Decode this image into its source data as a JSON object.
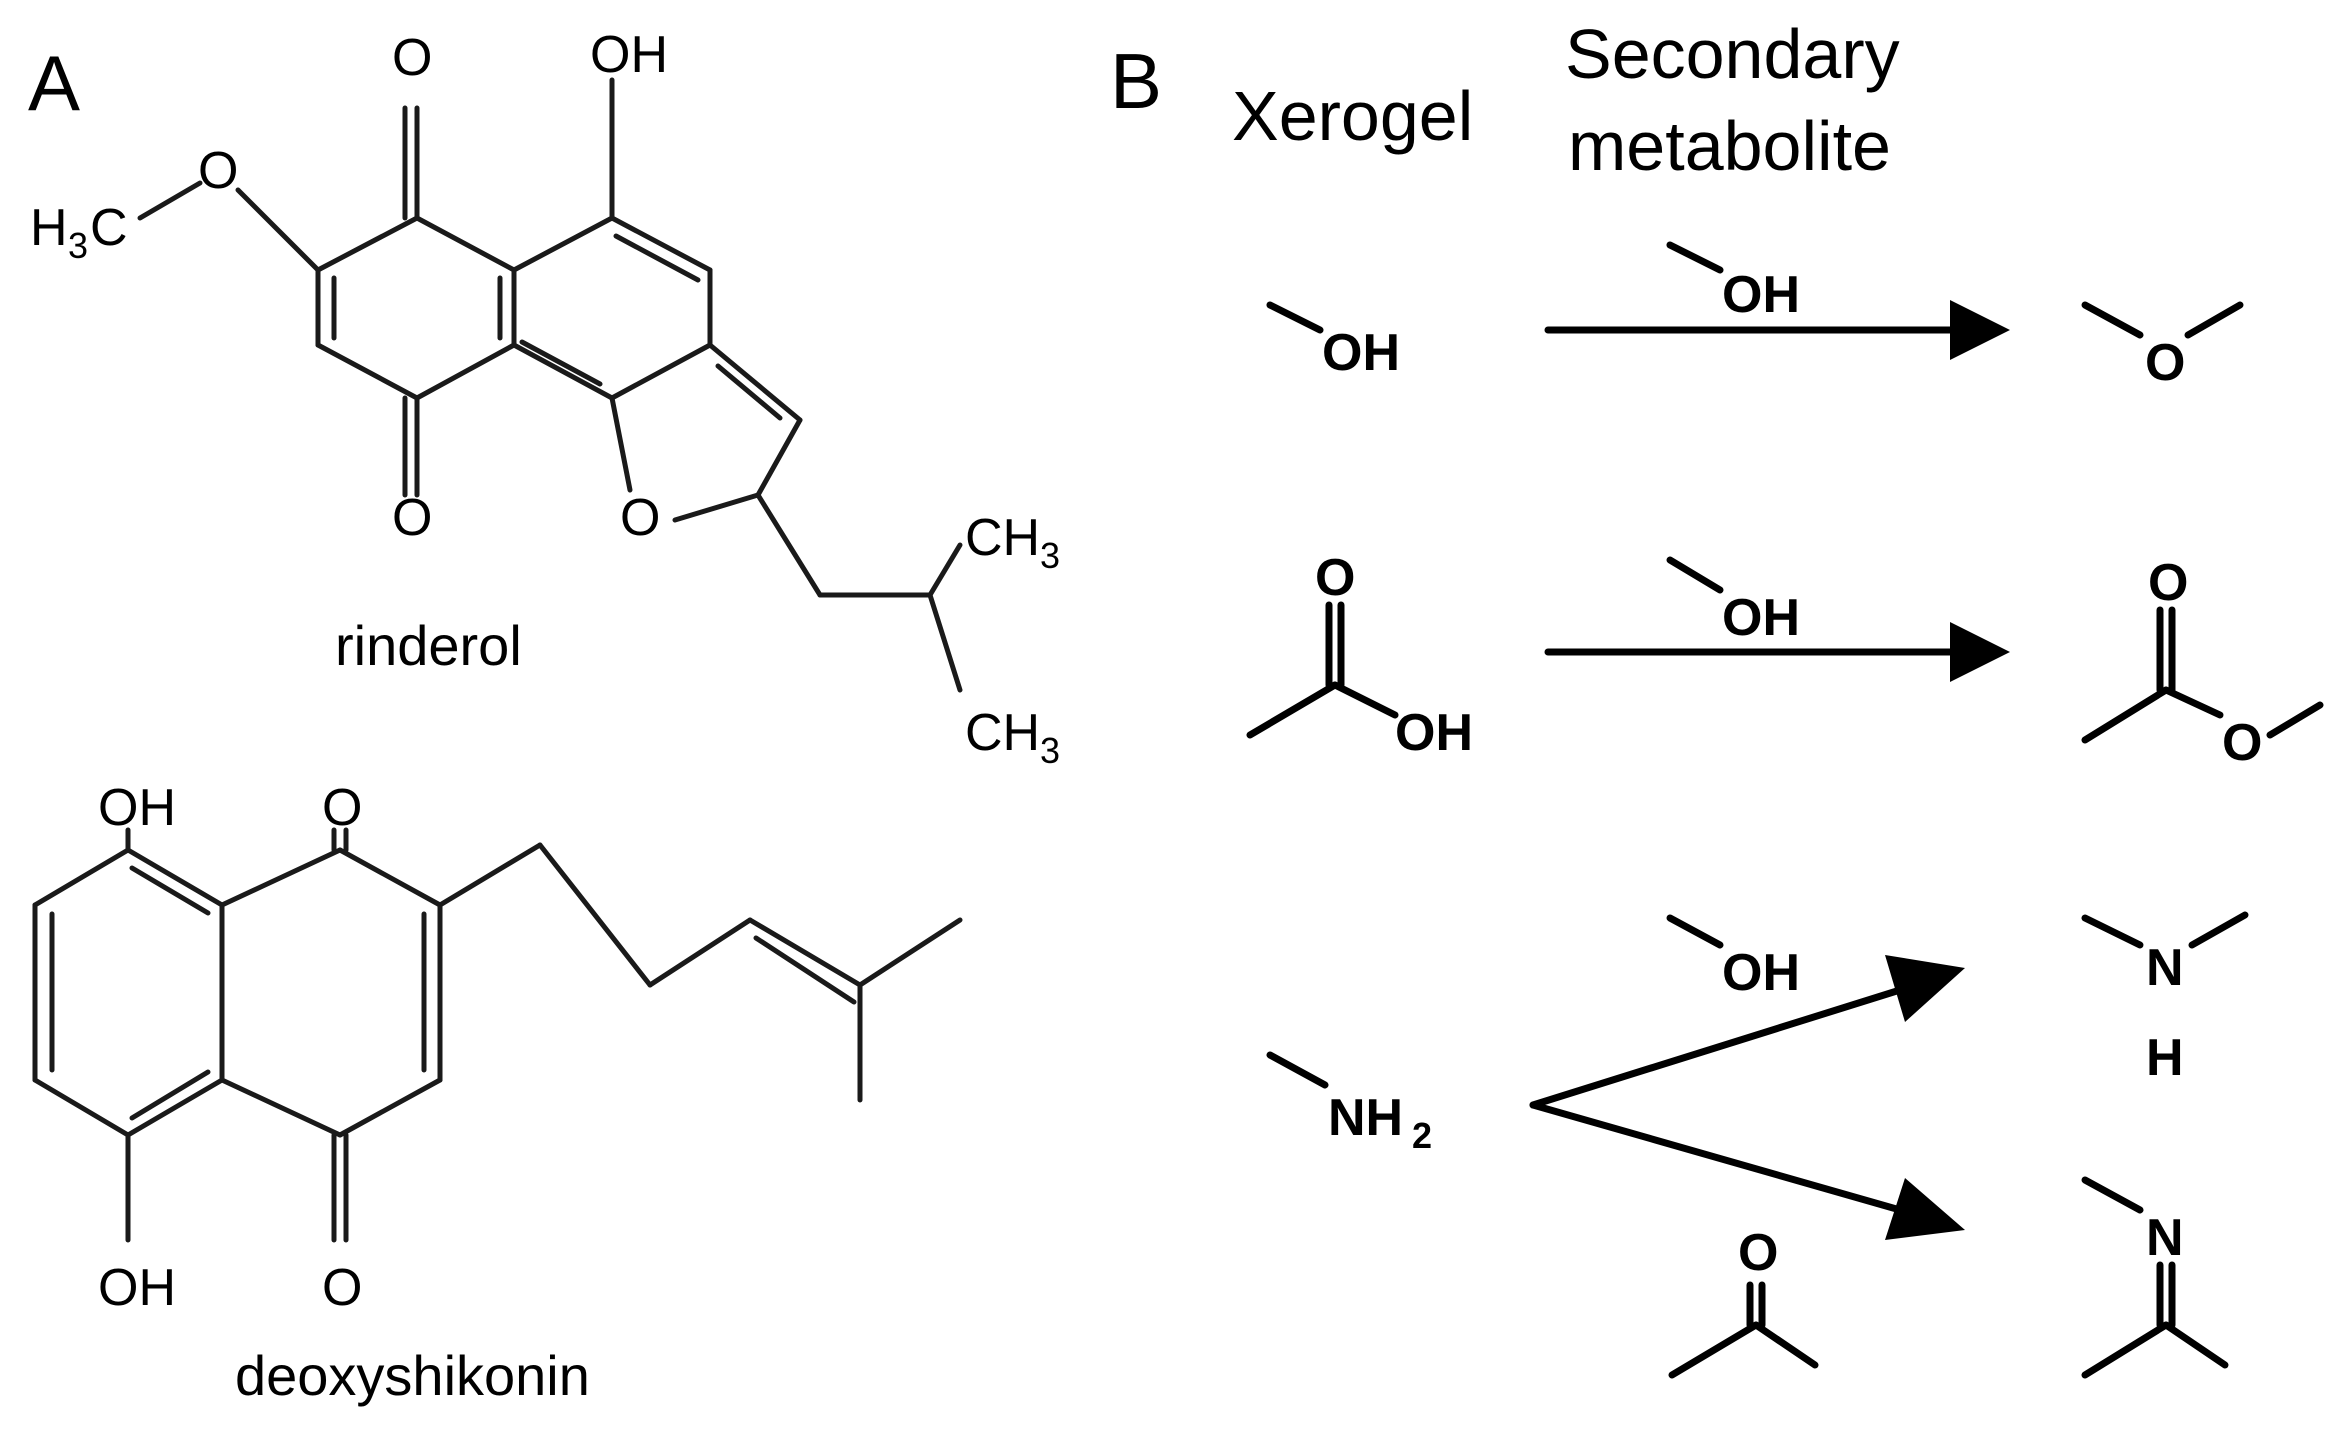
{
  "panel_a": {
    "label": "A",
    "molecules": [
      {
        "name": "rinderol",
        "atoms": {
          "o_top_left": "O",
          "oh_top": "OH",
          "methoxy_o": "O",
          "methyl_h": "H",
          "methyl_sub": "3",
          "methyl_c": "C",
          "o_bottom": "O",
          "furan_o": "O",
          "ch_upper": "CH",
          "ch_upper_sub": "3",
          "ch_lower": "CH",
          "ch_lower_sub": "3"
        }
      },
      {
        "name": "deoxyshikonin",
        "atoms": {
          "oh_top": "OH",
          "o_top": "O",
          "oh_bottom": "OH",
          "o_bottom": "O"
        }
      }
    ]
  },
  "panel_b": {
    "label": "B",
    "col_xerogel": "Xerogel",
    "col_metabolite_line1": "Secondary",
    "col_metabolite_line2": "metabolite",
    "reactions": [
      {
        "xerogel_group": "OH",
        "reagent": "OH",
        "product_atoms": [
          "O"
        ]
      },
      {
        "xerogel_group_o": "O",
        "xerogel_group": "OH",
        "reagent": "OH",
        "product_atoms": [
          "O",
          "O"
        ]
      },
      {
        "xerogel_group": "NH",
        "xerogel_group_sub": "2",
        "reagent_upper": "OH",
        "reagent_lower": "O",
        "product_upper_atoms": [
          "N",
          "H"
        ],
        "product_lower_atoms": [
          "N"
        ]
      }
    ]
  }
}
